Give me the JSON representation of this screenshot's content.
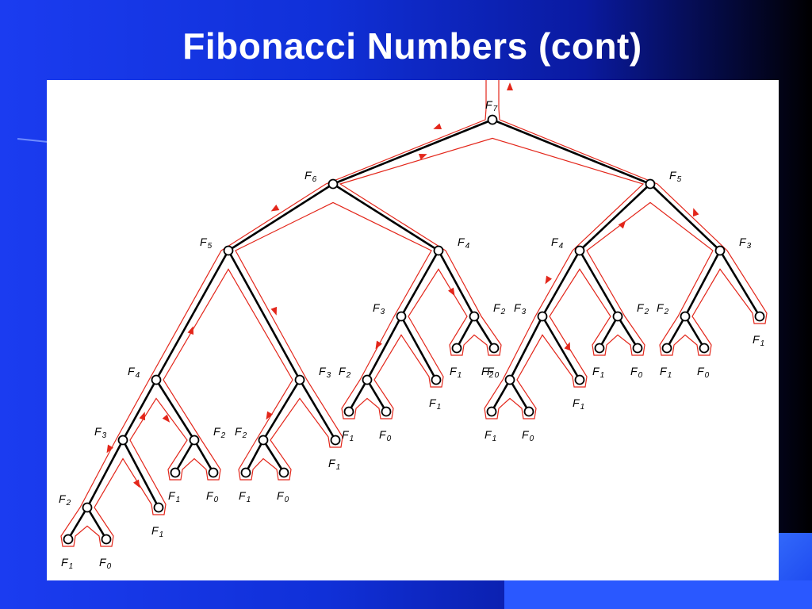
{
  "slide": {
    "title": "Fibonacci Numbers (cont)"
  },
  "colors": {
    "background": "#1b3cf0",
    "panel": "#ffffff",
    "tree_edge": "#000000",
    "trace": "#e3261a"
  },
  "diagram": {
    "root": {
      "base": "F",
      "sub": "7",
      "children": [
        {
          "base": "F",
          "sub": "6",
          "children": [
            {
              "base": "F",
              "sub": "5",
              "children": [
                {
                  "base": "F",
                  "sub": "4",
                  "children": [
                    {
                      "base": "F",
                      "sub": "3",
                      "children": [
                        {
                          "base": "F",
                          "sub": "2",
                          "children": [
                            {
                              "base": "F",
                              "sub": "1"
                            },
                            {
                              "base": "F",
                              "sub": "0"
                            }
                          ]
                        },
                        {
                          "base": "F",
                          "sub": "1"
                        }
                      ]
                    },
                    {
                      "base": "F",
                      "sub": "2",
                      "children": [
                        {
                          "base": "F",
                          "sub": "1"
                        },
                        {
                          "base": "F",
                          "sub": "0"
                        }
                      ]
                    }
                  ]
                },
                {
                  "base": "F",
                  "sub": "3",
                  "children": [
                    {
                      "base": "F",
                      "sub": "2",
                      "children": [
                        {
                          "base": "F",
                          "sub": "1"
                        },
                        {
                          "base": "F",
                          "sub": "0"
                        }
                      ]
                    },
                    {
                      "base": "F",
                      "sub": "1"
                    }
                  ]
                }
              ]
            },
            {
              "base": "F",
              "sub": "4",
              "children": [
                {
                  "base": "F",
                  "sub": "3",
                  "children": [
                    {
                      "base": "F",
                      "sub": "2",
                      "children": [
                        {
                          "base": "F",
                          "sub": "1"
                        },
                        {
                          "base": "F",
                          "sub": "0"
                        }
                      ]
                    },
                    {
                      "base": "F",
                      "sub": "1"
                    }
                  ]
                },
                {
                  "base": "F",
                  "sub": "2",
                  "children": [
                    {
                      "base": "F",
                      "sub": "1"
                    },
                    {
                      "base": "F",
                      "sub": "0"
                    }
                  ]
                }
              ]
            }
          ]
        },
        {
          "base": "F",
          "sub": "5",
          "children": [
            {
              "base": "F",
              "sub": "4",
              "children": [
                {
                  "base": "F",
                  "sub": "3",
                  "children": [
                    {
                      "base": "F",
                      "sub": "2",
                      "children": [
                        {
                          "base": "F",
                          "sub": "1"
                        },
                        {
                          "base": "F",
                          "sub": "0"
                        }
                      ]
                    },
                    {
                      "base": "F",
                      "sub": "1"
                    }
                  ]
                },
                {
                  "base": "F",
                  "sub": "2",
                  "children": [
                    {
                      "base": "F",
                      "sub": "1"
                    },
                    {
                      "base": "F",
                      "sub": "0"
                    }
                  ]
                }
              ]
            },
            {
              "base": "F",
              "sub": "3",
              "children": [
                {
                  "base": "F",
                  "sub": "2",
                  "children": [
                    {
                      "base": "F",
                      "sub": "1"
                    },
                    {
                      "base": "F",
                      "sub": "0"
                    }
                  ]
                },
                {
                  "base": "F",
                  "sub": "1"
                }
              ]
            }
          ]
        }
      ]
    }
  }
}
